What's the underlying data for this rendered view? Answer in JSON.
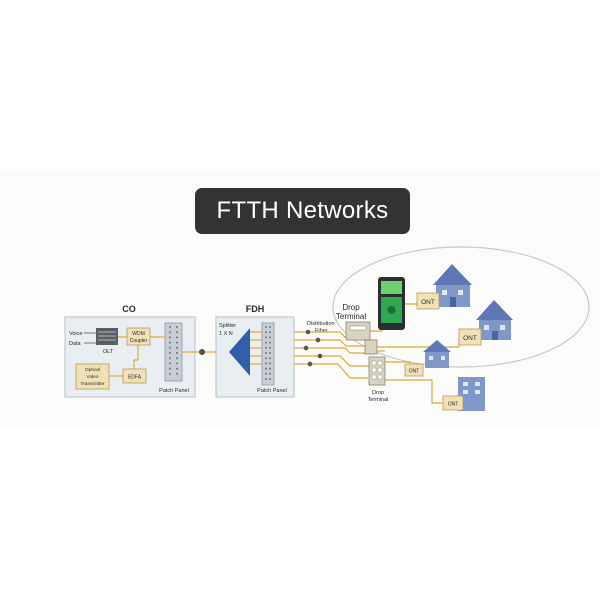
{
  "title": "FTTH Networks",
  "co": {
    "heading": "CO",
    "voice": "Voice",
    "data": "Data",
    "olt": "OLT",
    "wdm_line1": "WDM",
    "wdm_line2": "Coupler",
    "optical_line1": "Optical",
    "optical_line2": "Video",
    "optical_line3": "Transmitter",
    "edfa": "EDFA",
    "patch_panel": "Patch Panel"
  },
  "fdh": {
    "heading": "FDH",
    "splitter_line1": "Splitter",
    "splitter_line2": "1 X N",
    "patch_panel": "Patch Panel"
  },
  "distribution_line1": "Distribution",
  "distribution_line2": "Fiber",
  "drop_terminal_top_line1": "Drop",
  "drop_terminal_top_line2": "Terminal",
  "drop_terminal_bottom_line1": "Drop",
  "drop_terminal_bottom_line2": "Terminal",
  "ont_labels": [
    "ONT",
    "ONT",
    "ONT",
    "ONT"
  ],
  "colors": {
    "title_bg": "#333333",
    "fiber": "#e0a838",
    "box_fill": "#e9eef3",
    "house_blue": "#7f97c9",
    "ont_fill": "#f1e1b6",
    "splitter": "#2f5fa8",
    "meter_green": "#2fa84f"
  }
}
